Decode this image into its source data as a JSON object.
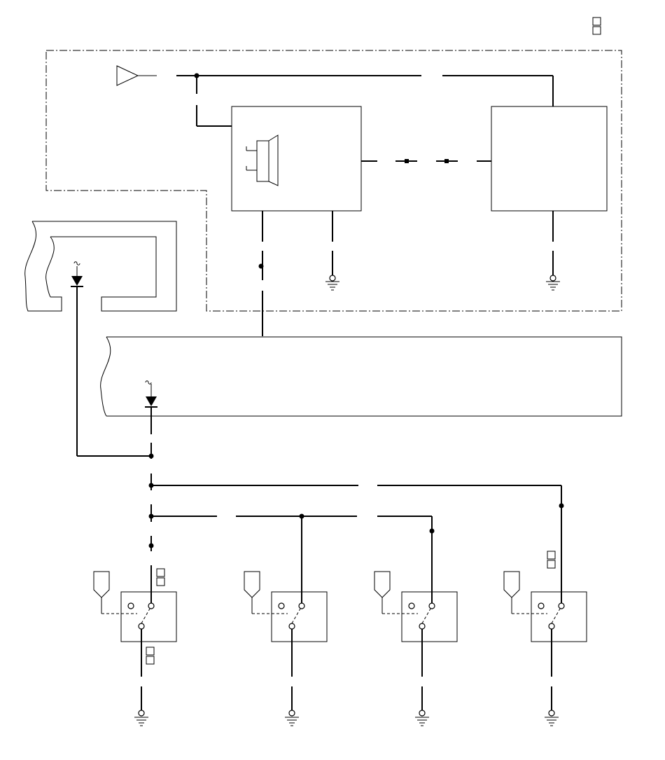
{
  "diagram": {
    "background": "#ffffff",
    "line_color": "#000000",
    "blocks": [
      "header-code-marker",
      "left-connector-frame",
      "antenna-feed-block",
      "control-unit-with-speaker",
      "right-control-unit",
      "harness-connector-strip",
      "switch-1",
      "switch-2",
      "switch-3",
      "switch-4"
    ],
    "text_labels": []
  }
}
